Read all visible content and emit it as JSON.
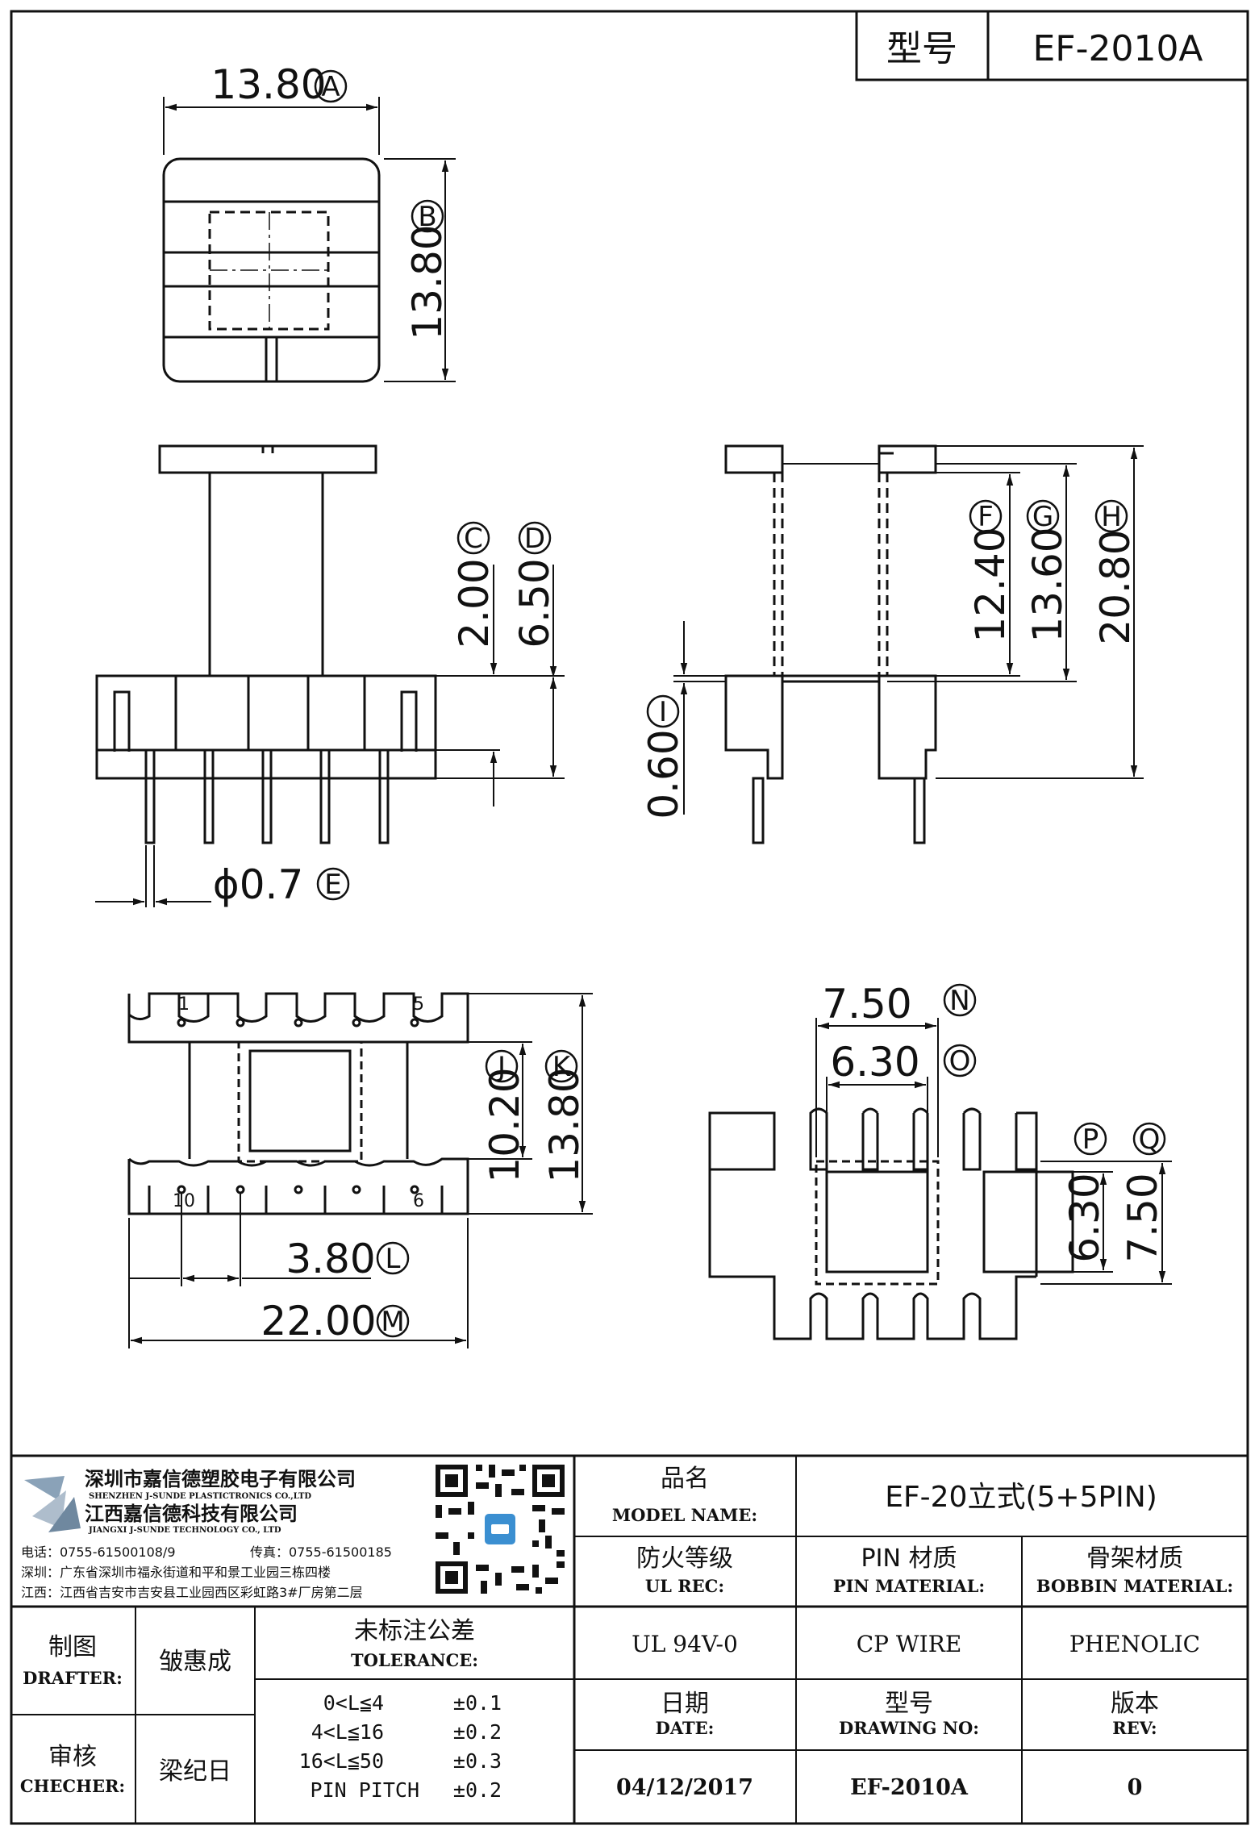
{
  "header": {
    "model_label": "型号",
    "model_value": "EF-2010A"
  },
  "dimensions": {
    "a": "13.80",
    "b": "13.80",
    "c": "2.00",
    "d": "6.50",
    "e": "ϕ0.7",
    "f": "12.40",
    "g": "13.60",
    "h": "20.80",
    "i": "0.60",
    "j": "10.20",
    "k": "13.80",
    "l": "3.80",
    "m": "22.00",
    "n": "7.50",
    "o": "6.30",
    "p": "6.30",
    "q": "7.50"
  },
  "markers": {
    "a": "A",
    "b": "B",
    "c": "C",
    "d": "D",
    "e": "E",
    "f": "F",
    "g": "G",
    "h": "H",
    "i": "I",
    "j": "J",
    "k": "K",
    "l": "L",
    "m": "M",
    "n": "N",
    "o": "O",
    "p": "P",
    "q": "Q"
  },
  "pin_labels": {
    "p1": "1",
    "p5": "5",
    "p6": "6",
    "p10": "10"
  },
  "company": {
    "name_cn_1": "深圳市嘉信德塑胶电子有限公司",
    "name_en_1": "SHENZHEN J-SUNDE PLASTICTRONICS CO.,LTD",
    "name_cn_2": "江西嘉信德科技有限公司",
    "name_en_2": "JIANGXI J-SUNDE TECHNOLOGY CO., LTD",
    "phone": "电话：0755-61500108/9",
    "fax": "传真：0755-61500185",
    "addr_sz": "深圳：广东省深圳市福永街道和平和景工业园三栋四楼",
    "addr_jx": "江西：江西省吉安市吉安县工业园西区彩虹路3#厂房第二层"
  },
  "title_block": {
    "model_name_cn": "品名",
    "model_name_en": "MODEL NAME:",
    "model_name_value": "EF-20立式(5+5PIN)",
    "ul_cn": "防火等级",
    "ul_en": "UL REC:",
    "ul_value": "UL 94V-0",
    "pin_cn": "PIN 材质",
    "pin_en": "PIN MATERIAL:",
    "pin_value": "CP WIRE",
    "bobbin_cn": "骨架材质",
    "bobbin_en": "BOBBIN MATERIAL:",
    "bobbin_value": "PHENOLIC",
    "drafter_cn": "制图",
    "drafter_en": "DRAFTER:",
    "drafter_value": "皱惠成",
    "checker_cn": "审核",
    "checker_en": "CHECHER:",
    "checker_value": "梁纪日",
    "tolerance_cn": "未标注公差",
    "tolerance_en": "TOLERANCE:",
    "tolerances": [
      {
        "range": "0<L≦4",
        "value": "±0.1"
      },
      {
        "range": "4<L≦16",
        "value": "±0.2"
      },
      {
        "range": "16<L≦50",
        "value": "±0.3"
      },
      {
        "range": "PIN PITCH",
        "value": "±0.2"
      }
    ],
    "date_cn": "日期",
    "date_en": "DATE:",
    "date_value": "04/12/2017",
    "drawing_cn": "型号",
    "drawing_en": "DRAWING NO:",
    "drawing_value": "EF-2010A",
    "rev_cn": "版本",
    "rev_en": "REV:",
    "rev_value": "0"
  }
}
